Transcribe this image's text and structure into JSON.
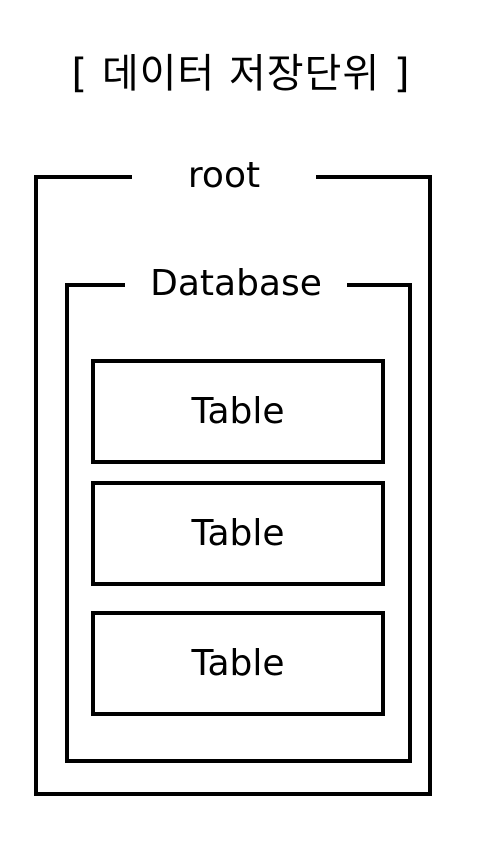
{
  "title": "[ 데이터 저장단위 ]",
  "root": {
    "label": "root",
    "database": {
      "label": "Database",
      "tables": [
        {
          "label": "Table"
        },
        {
          "label": "Table"
        },
        {
          "label": "Table"
        }
      ]
    }
  },
  "colors": {
    "line": "#000000",
    "background": "#ffffff"
  }
}
